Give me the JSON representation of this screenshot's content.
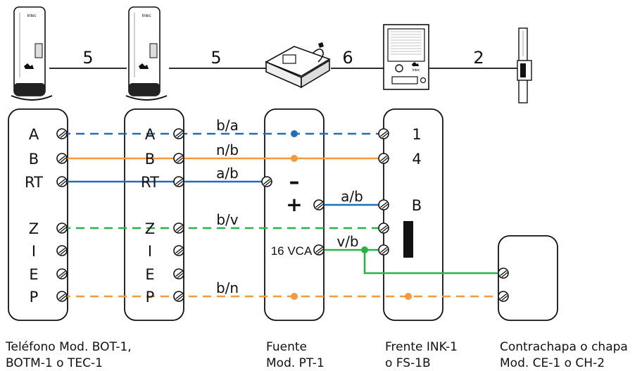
{
  "cable_counts": [
    "5",
    "5",
    "6",
    "2"
  ],
  "terminals": {
    "phone1": [
      "A",
      "B",
      "RT",
      "Z",
      "I",
      "E",
      "P"
    ],
    "phone2": [
      "A",
      "B",
      "RT",
      "Z",
      "I",
      "E",
      "P"
    ],
    "psu": [
      "–",
      "+",
      "16 VCA"
    ],
    "front": [
      "1",
      "4",
      "B"
    ]
  },
  "wire_labels": {
    "ba": "b/a",
    "nb": "n/b",
    "ab1": "a/b",
    "bv": "b/v",
    "ab2": "a/b",
    "vb": "v/b",
    "bn": "b/n"
  },
  "device_brand": "Intec",
  "captions": {
    "phone_1": "Teléfono Mod. BOT-1,",
    "phone_2": "BOTM-1 o TEC-1",
    "psu_1": "Fuente",
    "psu_2": "Mod. PT-1",
    "front_1": "Frente INK-1",
    "front_2": "o FS-1B",
    "lock_1": "Contrachapa o chapa",
    "lock_2": "Mod. CE-1 o CH-2"
  },
  "colors": {
    "blue": "#1f6fb8",
    "orange": "#f39a3c",
    "green": "#27b34a",
    "black": "#111111"
  }
}
